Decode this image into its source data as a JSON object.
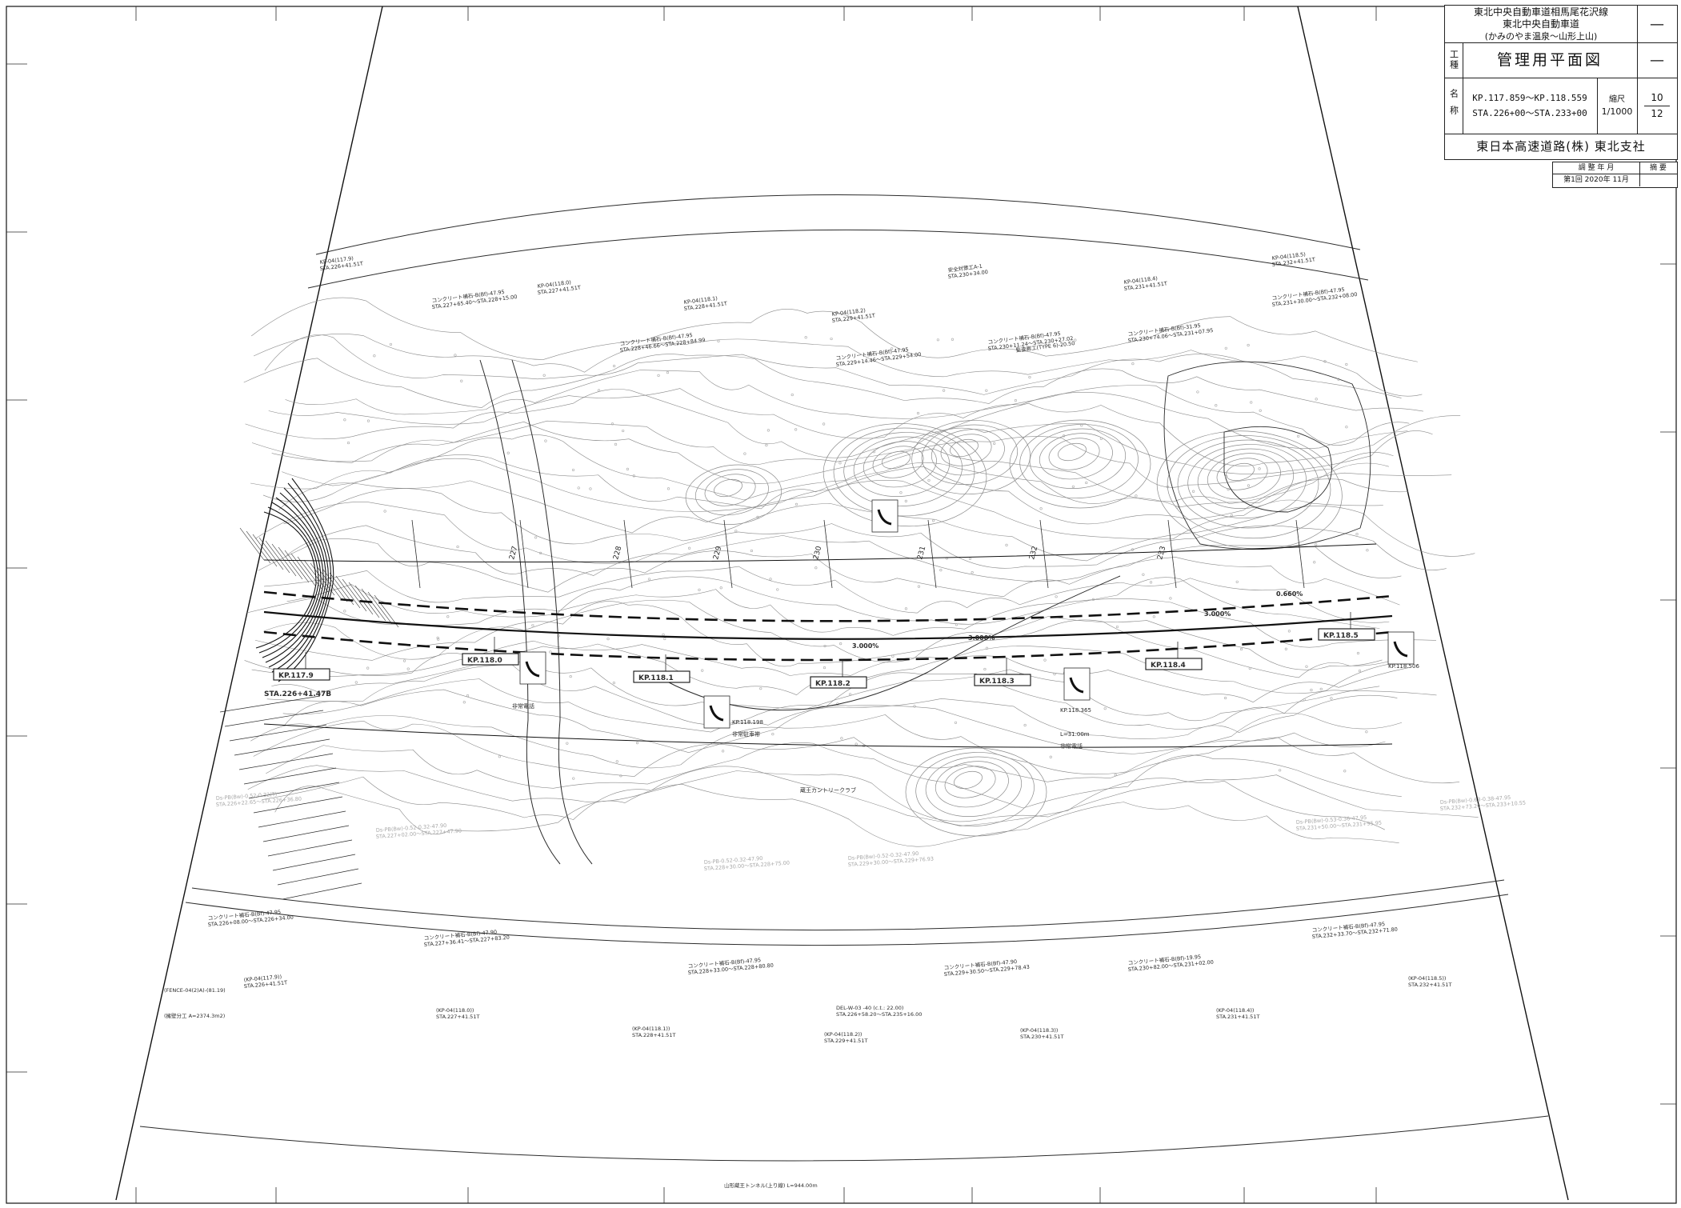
{
  "title_block": {
    "route_line1": "東北中央自動車道相馬尾花沢線",
    "route_line2": "東北中央自動車道",
    "route_line3": "(かみのやま温泉〜山形上山)",
    "work_type_label": "工種",
    "work_type": "管理用平面図",
    "name_label": "名称",
    "kp_range": "KP.117.859〜KP.118.559",
    "sta_range": "STA.226+00〜STA.233+00",
    "scale_label": "縮尺",
    "scale": "1/1000",
    "sheet_no": "10",
    "sheet_total": "12",
    "dash": "—",
    "company": "東日本高速道路(株) 東北支社",
    "revision_header_date": "調 整 年 月",
    "revision_header_note": "摘 要",
    "revision_row_date": "第1回 2020年 11月",
    "revision_row_note": ""
  },
  "map": {
    "kp_markers": [
      "KP.117.9",
      "KP.118.0",
      "KP.118.1",
      "KP.118.2",
      "KP.118.3",
      "KP.118.4",
      "KP.118.5"
    ],
    "station_labels": [
      "227",
      "228",
      "229",
      "230",
      "231",
      "232",
      "233"
    ],
    "grade_labels": [
      "3.000%",
      "3.000%",
      "3.000%",
      "0.660%"
    ],
    "chainage_text": "STA.226+41.47B",
    "facility_labels": [
      "非常電話",
      "KP.118.198",
      "非常駐車帯",
      "L=31.00m",
      "KP.118.365",
      "非常電話",
      "KP.118.506",
      "非常電話",
      "蔵王カントリークラブ"
    ],
    "upper_annotations": [
      "コンクリート補石-B(Bf)-47.95",
      "STA.227+65.40〜STA.228+15.00",
      "コンクリート補石-B(Bf)-47.95",
      "STA.228+46.66〜STA.228+84.99",
      "コンクリート補石-B(Bf)-47.95",
      "STA.229+14.46〜STA.229+54.00",
      "コンクリート補石-B(Bf)-47.95",
      "STA.230+11.24〜STA.230+27.02",
      "コンクリート補石-B(Bf)-31.95",
      "STA.230+74.06〜STA.231+07.95",
      "コンクリート補石-B(Bf)-47.95",
      "STA.231+30.00〜STA.232+08.00",
      "KP-04(117.9)",
      "STA.226+41.51T",
      "KP-04(118.0)",
      "STA.227+41.51T",
      "KP-04(118.1)",
      "STA.228+41.51T",
      "KP-04(118.2)",
      "STA.229+41.51T",
      "KP-04(118.4)",
      "STA.231+41.51T",
      "KP-04(118.5)",
      "STA.232+41.51T",
      "監査廊工(TYPE 6)-20.50",
      "安全対策工A-1",
      "STA.230+34.00"
    ],
    "lower_annotations": [
      "Ds-PB(Bw)-0.52-0.32(T)",
      "STA.226+22.65〜STA.226+36.80",
      "Ds-PB(Bw)-0.52-0.32-47.90",
      "STA.227+02.00〜STA.227+47.90",
      "Ds-PB-0.52-0.32-47.90",
      "STA.228+30.00〜STA.228+75.00",
      "Ds-PB(Bw)-0.52-0.32-47.90",
      "STA.229+30.00〜STA.229+76.93",
      "Ds-PB(Bw)-0.53-0.36-47.95",
      "STA.231+50.00〜STA.231+95.95",
      "Ds-PB(Bw)-0.63-0.38-47.95",
      "STA.232+73.20〜STA.233+10.55"
    ],
    "bottom_annotations": [
      "コンクリート補石-B(Bf)-47.95",
      "STA.226+08.00〜STA.226+34.00",
      "コンクリート補石-B(Bf)-47.90",
      "STA.227+36.41〜STA.227+83.20",
      "コンクリート補石-B(Bf)-47.95",
      "STA.228+33.00〜STA.228+80.80",
      "コンクリート補石-B(Bf)-47.90",
      "STA.229+30.50〜STA.229+78.43",
      "コンクリート補石-B(Bf)-19.95",
      "STA.230+82.00〜STA.231+02.00",
      "コンクリート補石-B(Bf)-47.95",
      "STA.232+33.70〜STA.232+71.80",
      "(KP-04(117.9))",
      "STA.226+41.51T",
      "(KP-04(118.0))",
      "STA.227+41.51T",
      "(KP-04(118.1))",
      "STA.228+41.51T",
      "(KP-04(118.2))",
      "STA.229+41.51T",
      "(KP-04(118.3))",
      "STA.230+41.51T",
      "(KP-04(118.4))",
      "STA.231+41.51T",
      "(KP-04(118.5))",
      "STA.232+41.51T",
      "DEL-W-03 -40 (c.t.: 22.00)",
      "STA.226+58.20〜STA.235+16.00",
      "(FENCE-04(2)A)-(81.19)",
      "(擁壁分工 A=2374.3m2)",
      "山形蔵王トンネル(上り線) L=944.00m"
    ],
    "colors": {
      "line": "#2b2b2b",
      "contour": "#8a8a8a",
      "faint": "#a8a8a8",
      "bold": "#111111"
    }
  }
}
